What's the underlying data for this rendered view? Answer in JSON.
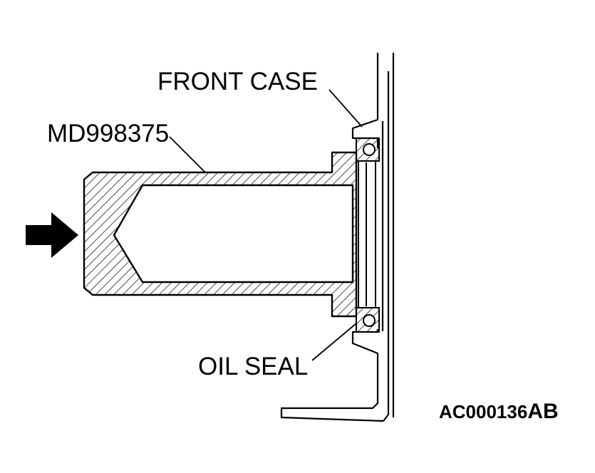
{
  "labels": {
    "front_case": "FRONT CASE",
    "tool": "MD998375",
    "oil_seal": "OIL SEAL"
  },
  "figure_code": {
    "main": "AC000136",
    "suffix": "AB"
  },
  "icons": {
    "arrow": "press-direction-arrow-icon"
  },
  "colors": {
    "ink": "#000000",
    "paper": "#ffffff"
  }
}
